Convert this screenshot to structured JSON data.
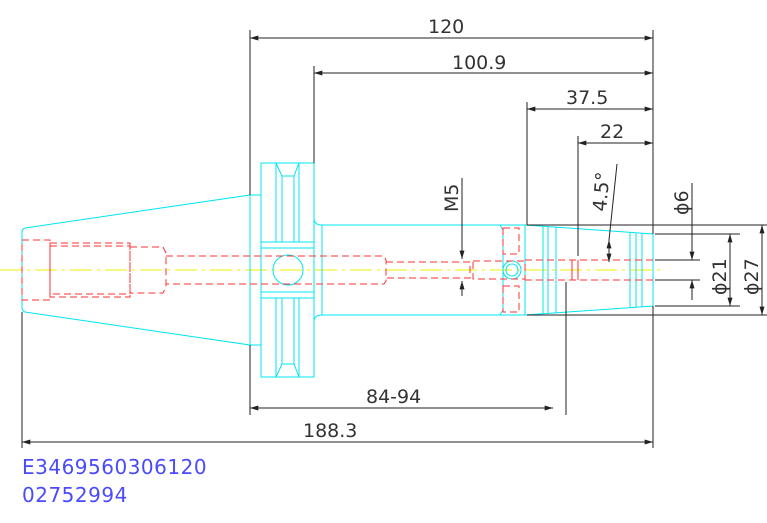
{
  "dimensions": {
    "overall_length": "188.3",
    "flange_to_nose": "120",
    "face_to_nose": "100.9",
    "nose_length": "37.5",
    "taper_length": "22",
    "gauge_range": "84-94",
    "taper_angle": "4.5°",
    "thread": "M5",
    "bore_dia": "ϕ6",
    "nose_small_dia": "ϕ21",
    "nose_dia": "ϕ27"
  },
  "part_codes": {
    "line1": "E3469560306120",
    "line2": "02752994"
  },
  "colors": {
    "outline": "#00e5f0",
    "hidden": "#ff3030",
    "centerline": "#f0f000",
    "dimension": "#222222",
    "code_text": "#4a4aff"
  }
}
